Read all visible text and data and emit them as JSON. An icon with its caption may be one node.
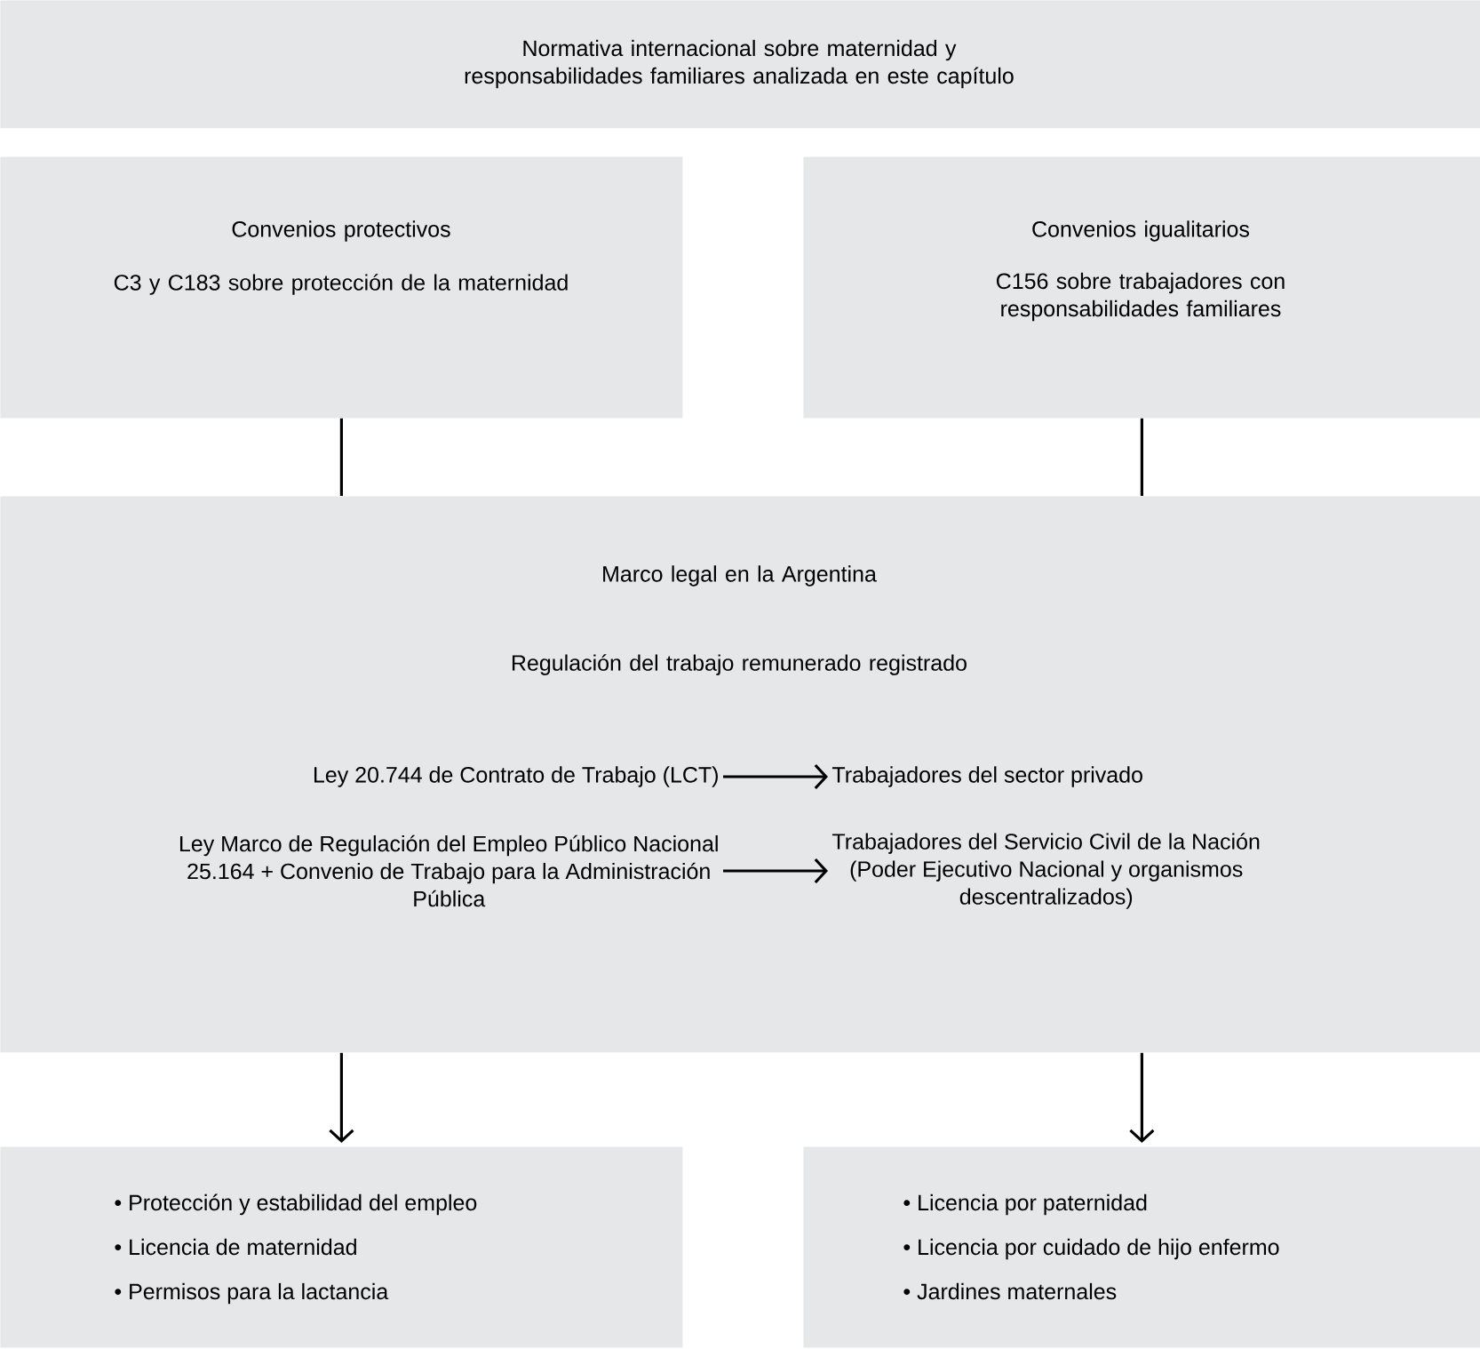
{
  "diagram": {
    "nodes": [
      {
        "text": [
          "Normativa internacional sobre maternidad y responsabilidades familiares analizada en este capítulo"
        ]
      },
      {
        "text": [
          "Convenios protectivos",
          "C3 y C183 sobre protección de la maternidad"
        ]
      },
      {
        "text": [
          "Convenios igualitarios",
          "C156 sobre trabajadores con responsabilidades familiares"
        ]
      },
      {
        "text": [
          "Marco legal en la Argentina",
          "Regulación del trabajo remunerado registrado"
        ]
      },
      {
        "text": [
          "Ley 20.744 de Contrato de Trabajo (LCT)"
        ],
        "in": 3
      },
      {
        "text": [
          "Trabajadores del sector privado"
        ],
        "in": 3
      },
      {
        "text": [
          "Ley Marco de Regulación del Empleo Público Nacional 25.164 + Convenio de Trabajo para la Administración Pública"
        ],
        "in": 3
      },
      {
        "text": [
          "Trabajadores del Servicio Civil de la Nación (Poder Ejecutivo Nacional y organismos descentralizados)"
        ],
        "in": 3
      },
      {
        "text": [
          "• Protección y estabilidad del empleo",
          "• Licencia de maternidad",
          "• Permisos para la lactancia"
        ]
      },
      {
        "text": [
          "• Licencia por paternidad",
          "• Licencia por cuidado de hijo enfermo",
          "• Jardines maternales"
        ]
      }
    ],
    "edges": [
      {
        "from": 1,
        "to": 3,
        "arrow": "none"
      },
      {
        "from": 2,
        "to": 3,
        "arrow": "none"
      },
      {
        "from": 4,
        "to": 5,
        "arrow": "to"
      },
      {
        "from": 6,
        "to": 7,
        "arrow": "to"
      },
      {
        "from": 3,
        "to": 8,
        "arrow": "to"
      },
      {
        "from": 3,
        "to": 9,
        "arrow": "to"
      }
    ]
  }
}
